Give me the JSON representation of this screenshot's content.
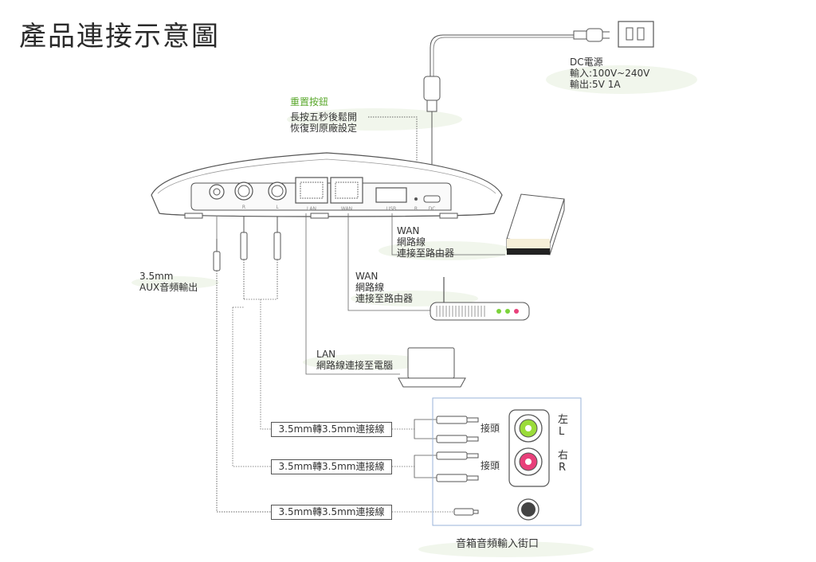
{
  "title": "產品連接示意圖",
  "power": {
    "line1": "DC電源",
    "line2": "輸入:100V~240V",
    "line3": "輸出:5V 1A"
  },
  "reset": {
    "title": "重置按鈕",
    "line1": "長按五秒後鬆開",
    "line2": "恢復到原廠設定"
  },
  "wan1": {
    "line1": "WAN",
    "line2": "網路線",
    "line3": "連接至路由器"
  },
  "wan2": {
    "line1": "WAN",
    "line2": "網路線",
    "line3": "連接至路由器"
  },
  "lan": {
    "line1": "LAN",
    "line2": "網路線連接至電腦"
  },
  "aux": {
    "line1": "3.5mm",
    "line2": "AUX音頻輸出"
  },
  "ports": {
    "r": "R",
    "l": "L",
    "lan": "LAN",
    "wan": "WAN",
    "usb": "USB",
    "reset": "R",
    "dc": "DC"
  },
  "cables": [
    "3.5mm轉3.5mm連接線",
    "3.5mm轉3.5mm連接線",
    "3.5mm轉3.5mm連接線"
  ],
  "connector": {
    "label1": "接頭",
    "label2": "接頭"
  },
  "speaker": {
    "left_cn": "左",
    "left_en": "L",
    "right_cn": "右",
    "right_en": "R",
    "caption": "音箱音頻輸入街口"
  },
  "colors": {
    "left_jack": "#9bdc3a",
    "right_jack": "#e8407a",
    "aux_jack": "#444444",
    "accent_green": "#5aa82c",
    "router_led_green": "#7bd33a",
    "router_led_pink": "#e8407a"
  }
}
